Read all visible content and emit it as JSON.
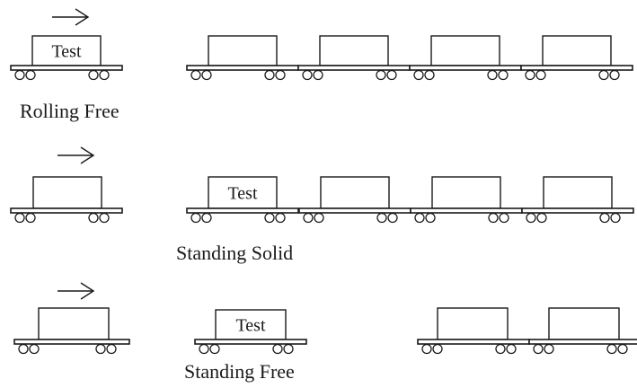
{
  "diagram": {
    "test_label": "Test",
    "cases": [
      {
        "id": "rolling-free",
        "label": "Rolling Free"
      },
      {
        "id": "standing-solid",
        "label": "Standing Solid"
      },
      {
        "id": "standing-free",
        "label": "Standing Free"
      }
    ]
  }
}
